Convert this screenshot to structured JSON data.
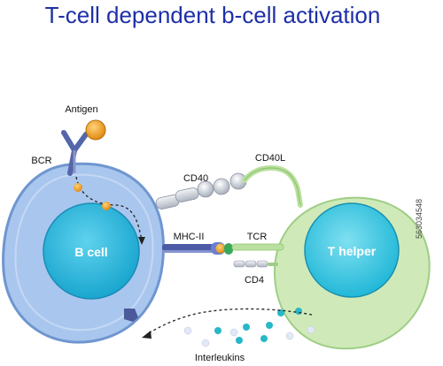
{
  "title": "T-cell dependent b-cell activation",
  "labels": {
    "antigen": "Antigen",
    "bcr": "BCR",
    "cd40": "CD40",
    "cd40l": "CD40L",
    "mhc2": "MHC-II",
    "tcr": "TCR",
    "cd4": "CD4",
    "interleukins": "Interleukins"
  },
  "cells": {
    "b_cell": "B cell",
    "t_helper": "T helper"
  },
  "side_text": "563034548",
  "colors": {
    "title": "#1e2fa8",
    "b_cell_membrane": "#a9c6ee",
    "b_cell_nucleus": "#1ab2d6",
    "t_cell_membrane": "#cfeab8",
    "t_cell_nucleus": "#2fc3df",
    "antigen": "#f0a21e",
    "receptor": "#5566aa",
    "interleukin_cyan": "#27b8c8",
    "interleukin_pale": "#e2e8f8"
  }
}
